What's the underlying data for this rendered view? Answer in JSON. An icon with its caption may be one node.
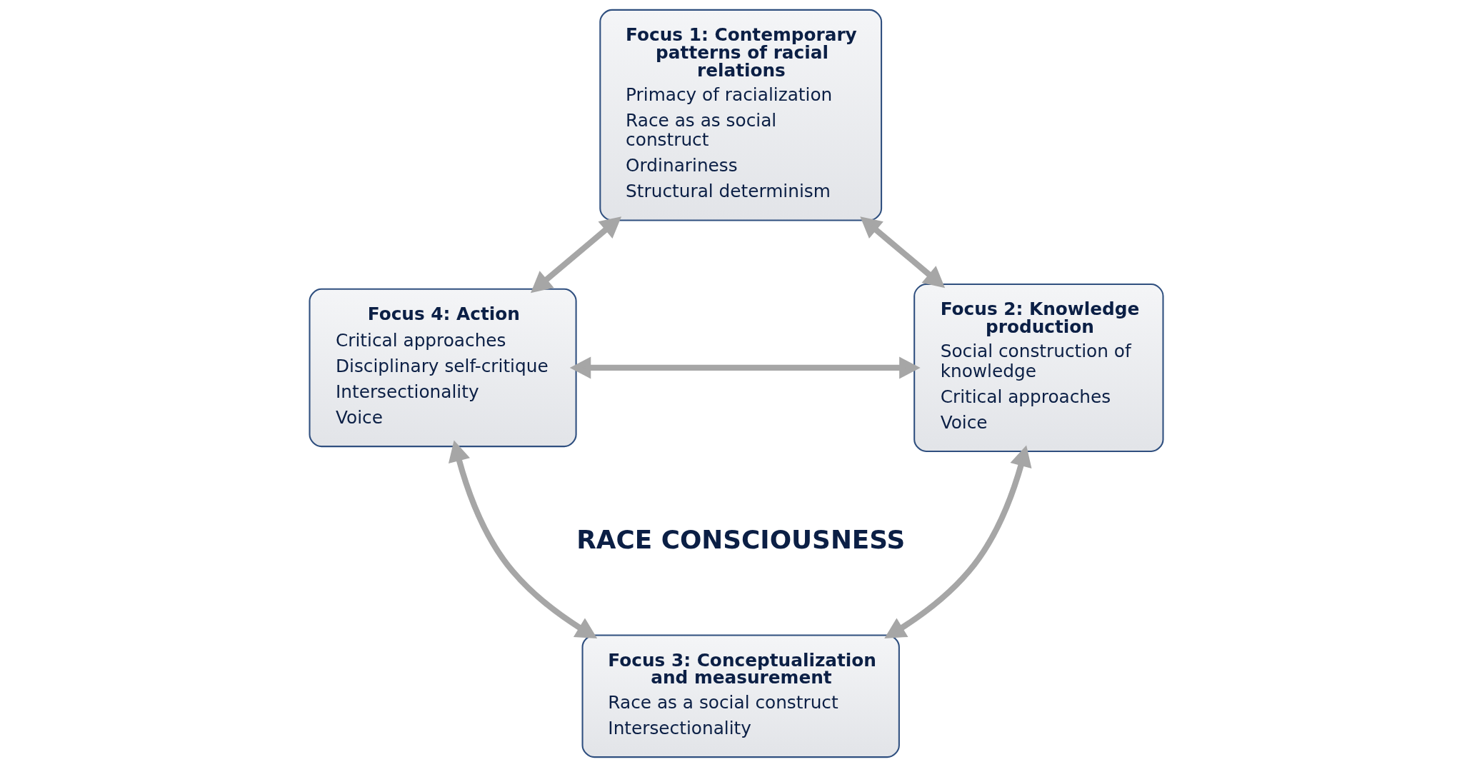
{
  "diagram": {
    "nodes": [
      {
        "text": [
          "Focus 1: Contemporary patterns of racial relations",
          "Primacy of racialization",
          "Race as as social construct",
          "Ordinariness",
          "Structural determinism"
        ]
      },
      {
        "text": [
          "Focus 2: Knowledge production",
          "Social construction of knowledge",
          "Critical approaches",
          "Voice"
        ]
      },
      {
        "text": [
          "Focus 3: Conceptualization and measurement",
          "Race as a social construct",
          "Intersectionality"
        ]
      },
      {
        "text": [
          "Focus 4: Action",
          "Critical approaches",
          "Disciplinary self-critique",
          "Intersectionality",
          "Voice"
        ]
      }
    ],
    "edges": [
      {
        "from": 0,
        "to": 1,
        "arrow": "both"
      },
      {
        "from": 0,
        "to": 3,
        "arrow": "both"
      },
      {
        "from": 1,
        "to": 2,
        "arrow": "both"
      },
      {
        "from": 3,
        "to": 2,
        "arrow": "both"
      },
      {
        "from": 3,
        "to": 1,
        "arrow": "both"
      }
    ],
    "labels": [
      "RACE CONSCIOUSNESS"
    ]
  }
}
